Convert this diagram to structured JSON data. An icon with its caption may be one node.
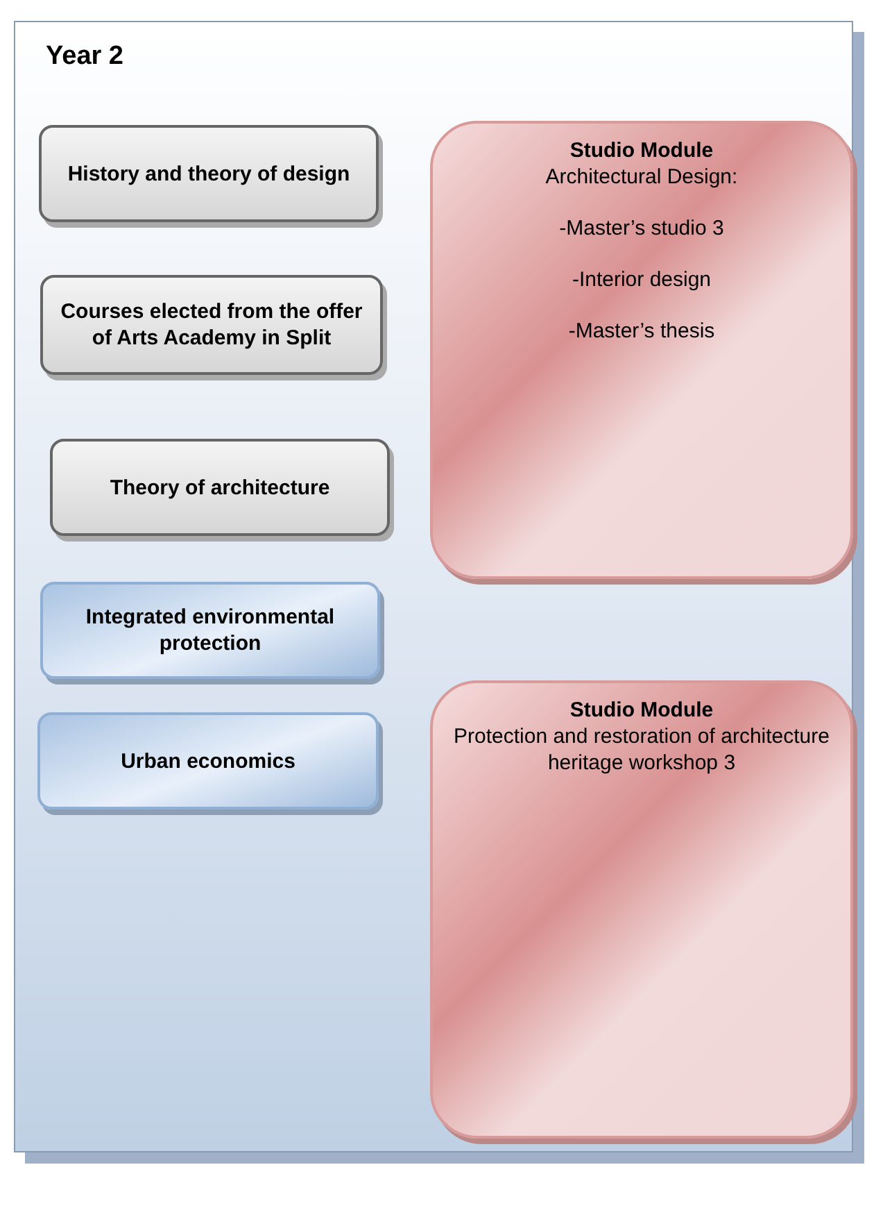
{
  "diagram": {
    "nodes": [
      {
        "text": [
          "Year 2"
        ]
      },
      {
        "text": [
          "History and theory of design"
        ],
        "in": 0
      },
      {
        "text": [
          "Courses elected from the offer of Arts Academy in Split"
        ],
        "in": 0
      },
      {
        "text": [
          "Theory of architecture"
        ],
        "in": 0
      },
      {
        "text": [
          "Integrated environmental protection"
        ],
        "in": 0
      },
      {
        "text": [
          "Urban economics"
        ],
        "in": 0
      },
      {
        "text": [
          "Studio Module",
          "Architectural Design:",
          "-Master’s studio 3",
          "-Interior design",
          "-Master’s thesis"
        ],
        "in": 0
      },
      {
        "text": [
          "Studio Module",
          "Protection and restoration of architecture heritage workshop 3"
        ],
        "in": 0
      }
    ],
    "edges": []
  }
}
